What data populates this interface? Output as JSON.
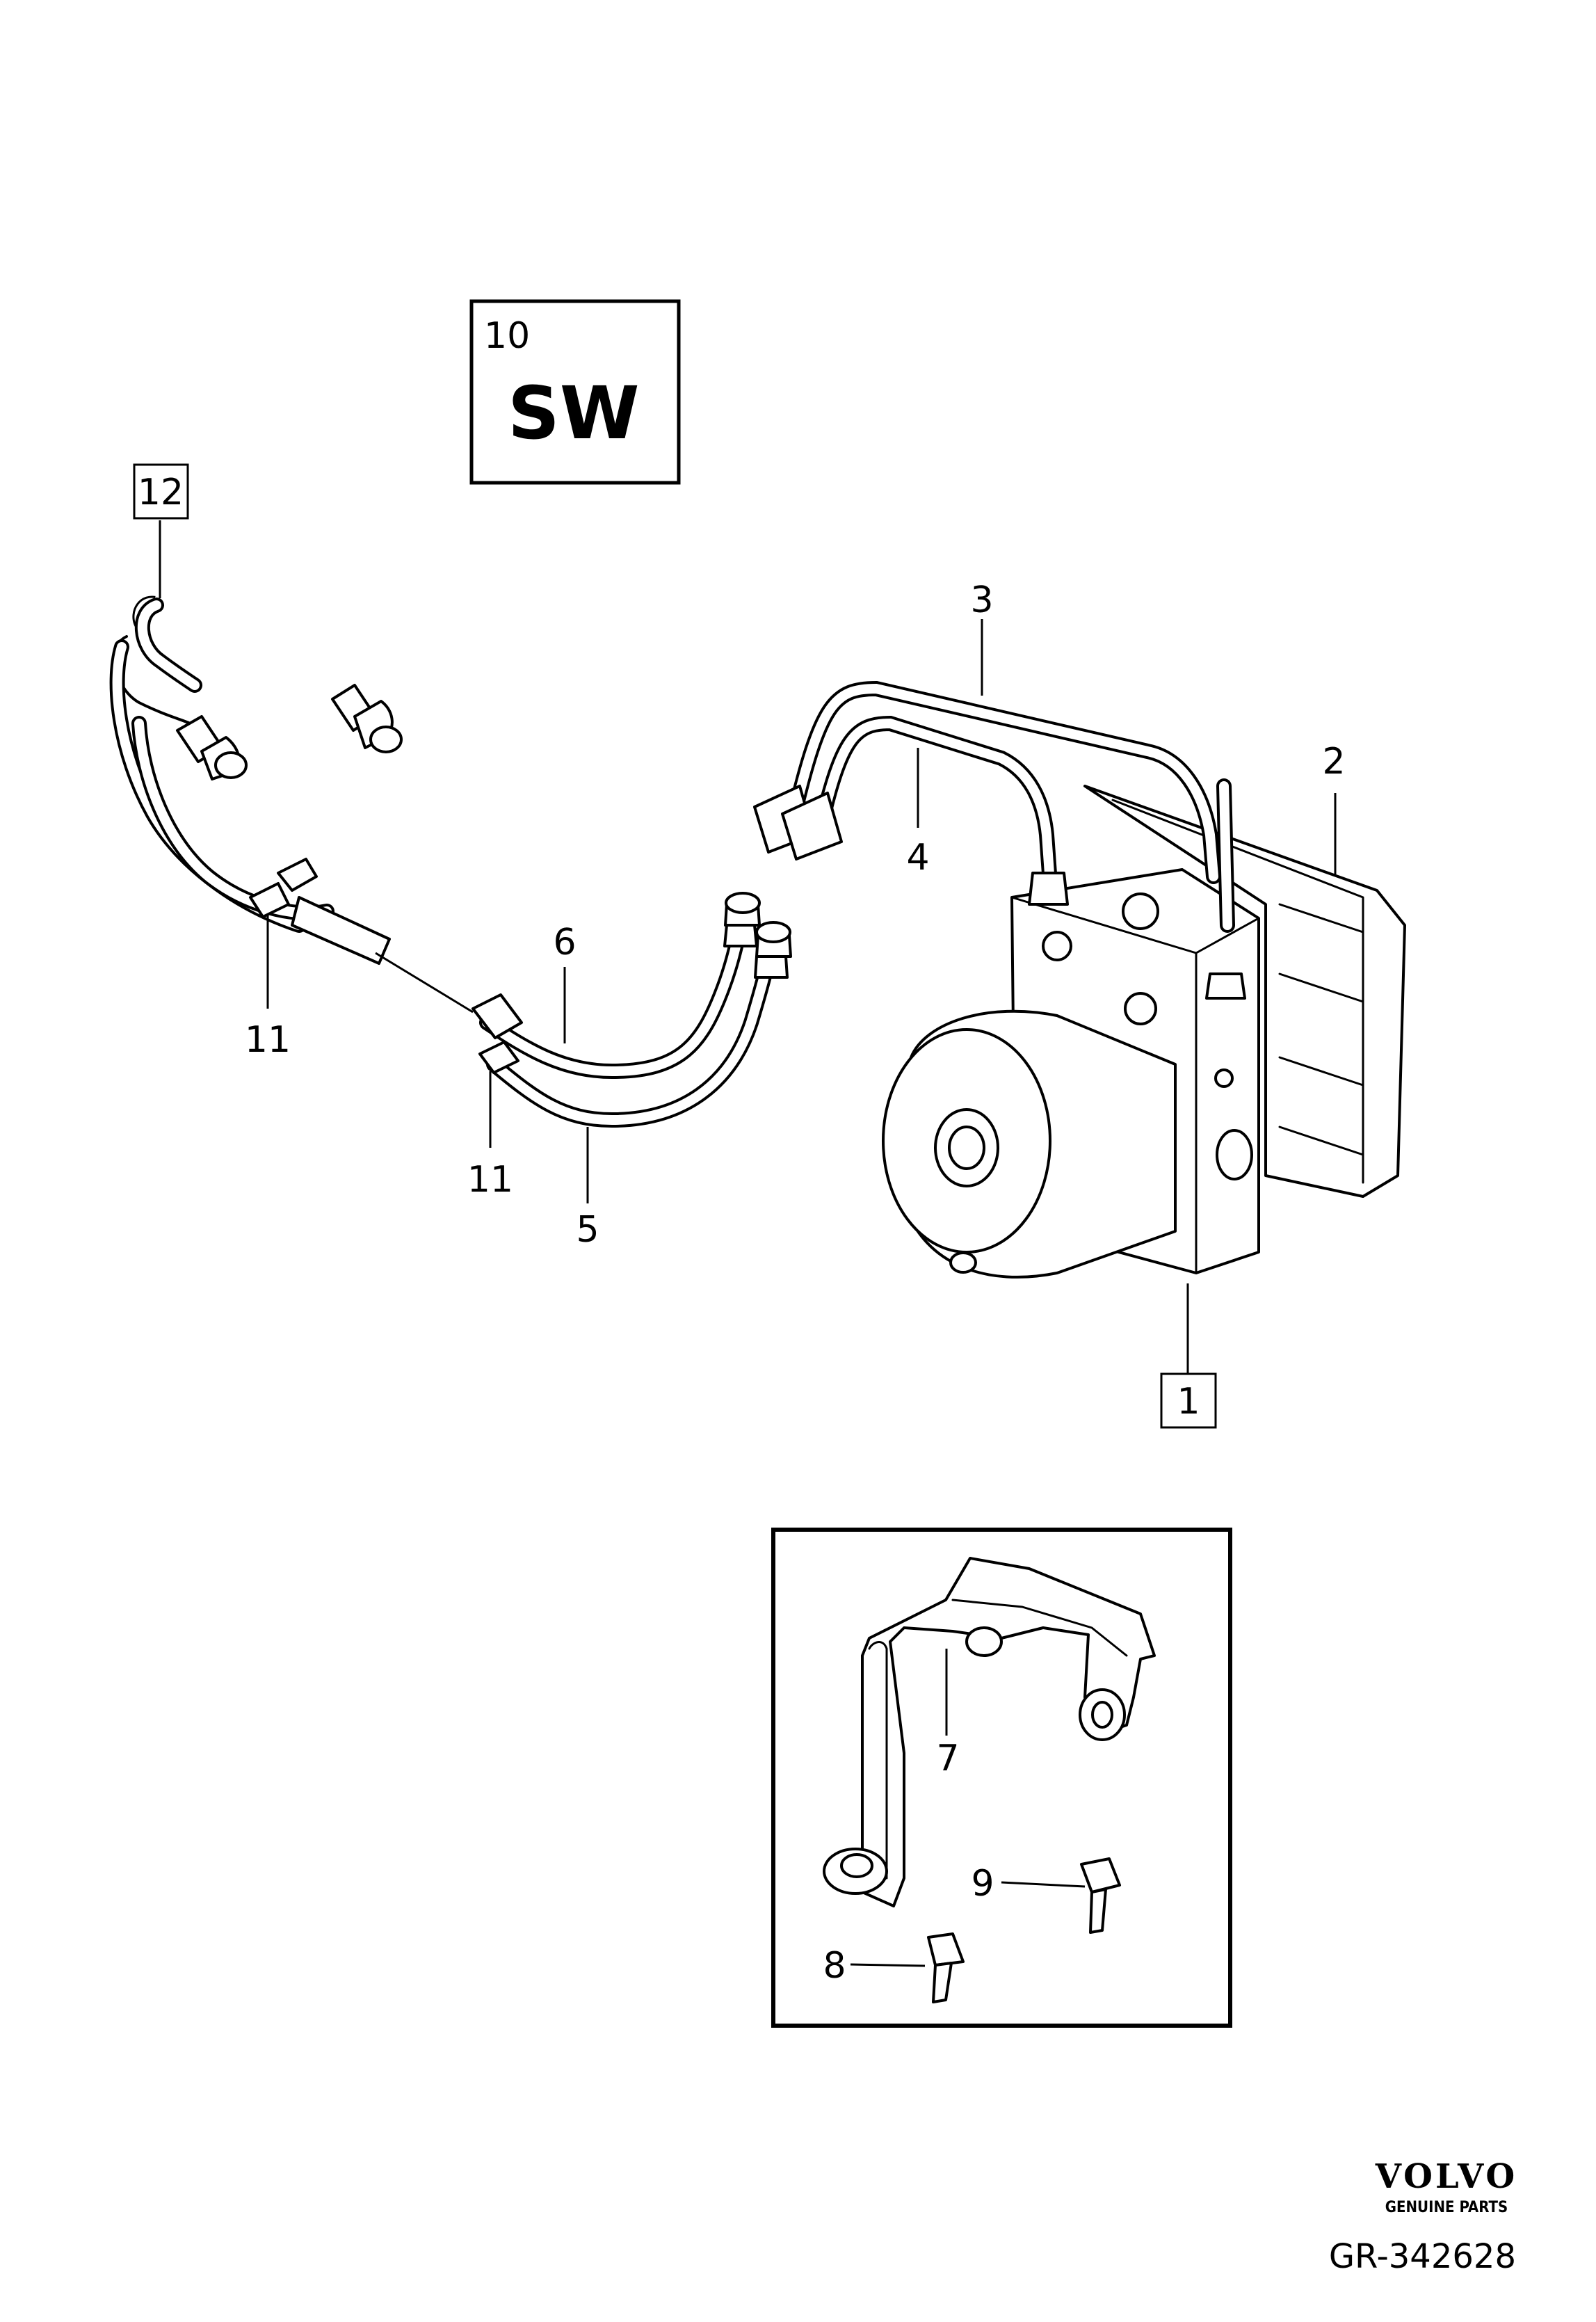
{
  "callouts": {
    "c1": "1",
    "c2": "2",
    "c3": "3",
    "c4": "4",
    "c5": "5",
    "c6": "6",
    "c7": "7",
    "c8": "8",
    "c9": "9",
    "c10": "10",
    "c11a": "11",
    "c11b": "11",
    "c12": "12"
  },
  "sw_box": {
    "number": "10",
    "code": "SW"
  },
  "brand": {
    "name": "VOLVO",
    "tagline": "GENUINE PARTS"
  },
  "diagram_ref": "GR-342628"
}
